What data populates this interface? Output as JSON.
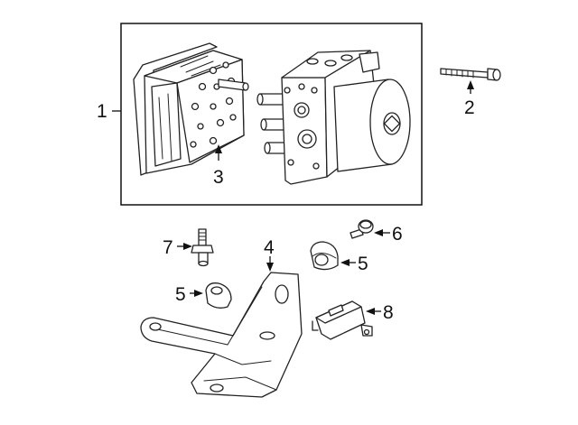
{
  "diagram": {
    "callouts": {
      "abs_assembly": "1",
      "bolt": "2",
      "control_module": "3",
      "bracket": "4",
      "insulator_right": "5",
      "insulator_left": "5",
      "screw": "6",
      "stud": "7",
      "sensor": "8"
    },
    "colors": {
      "line": "#222222",
      "background": "#ffffff"
    }
  }
}
